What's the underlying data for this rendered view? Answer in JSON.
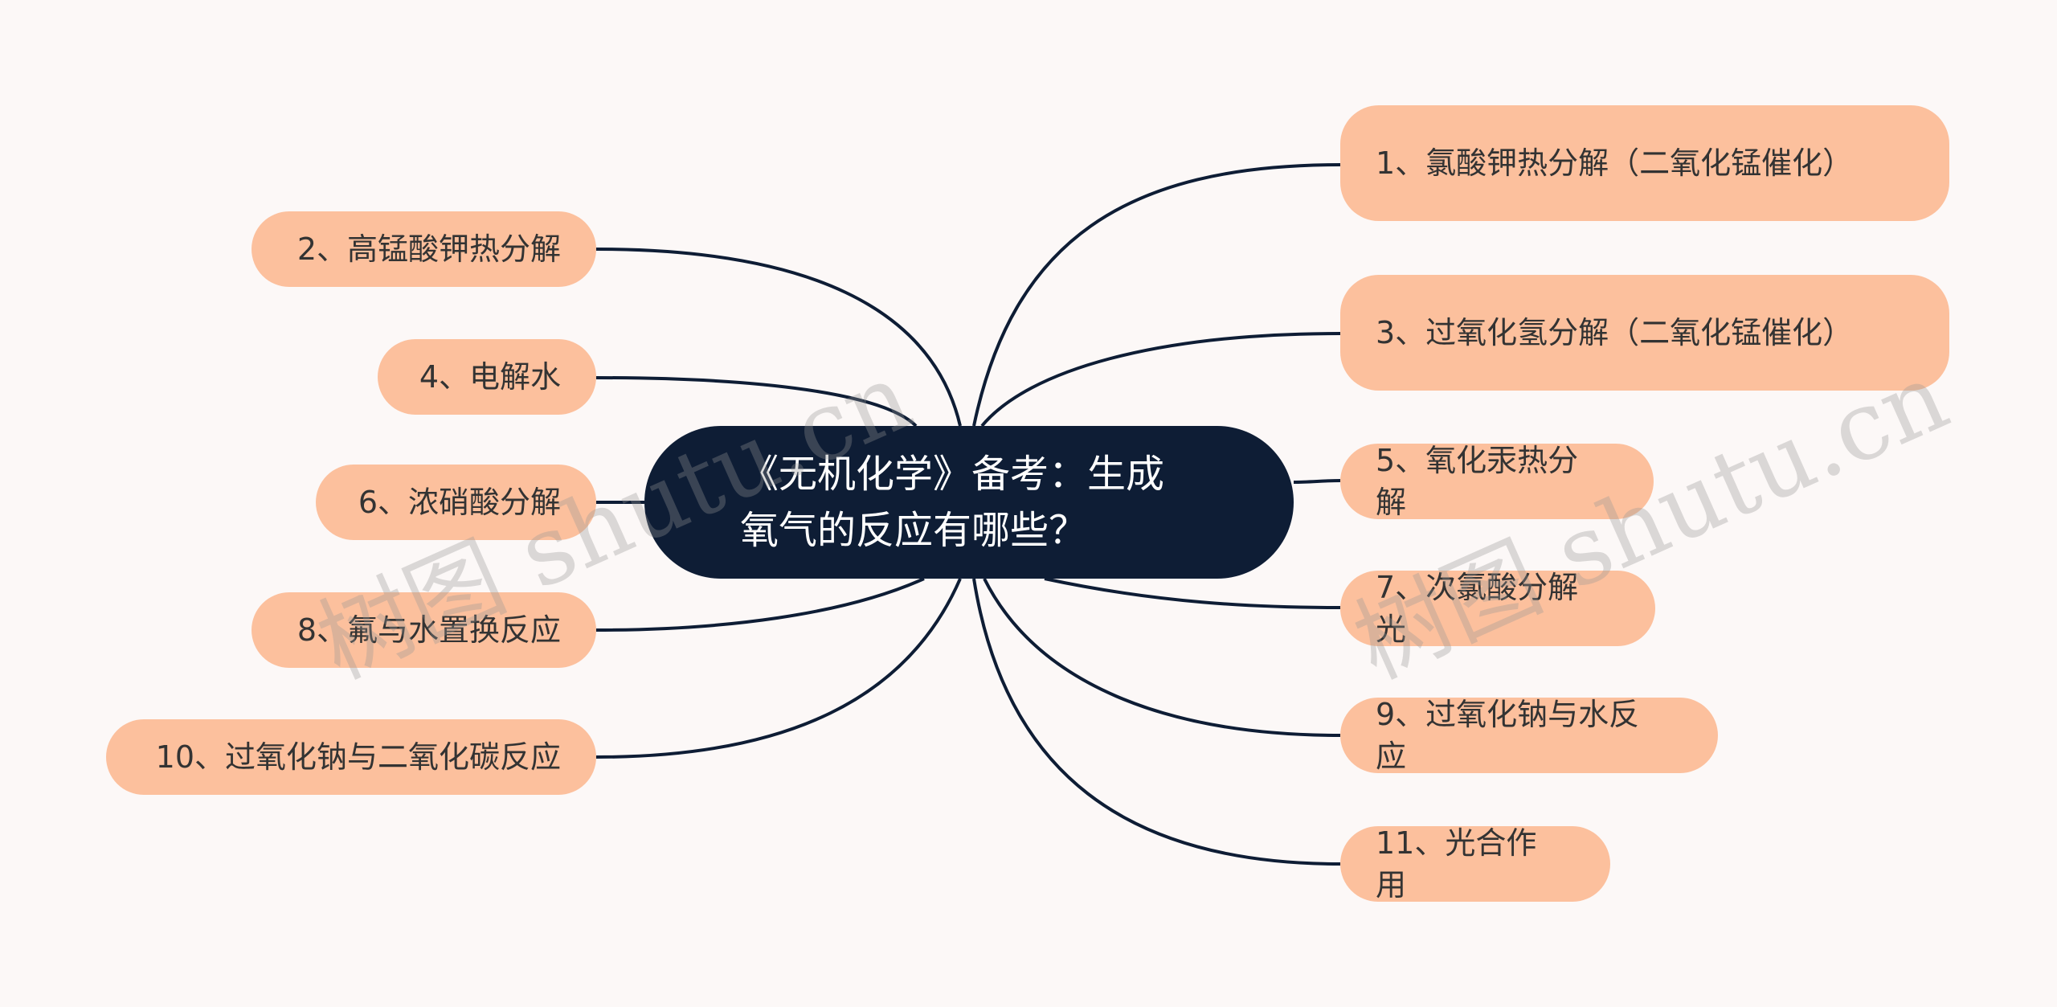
{
  "colors": {
    "background": "#fcf8f7",
    "root_fill": "#0e1d35",
    "root_text": "#ffffff",
    "node_fill": "#fcc09d",
    "node_text": "#333333",
    "link_stroke": "#0e1d35"
  },
  "root": {
    "label": "《无机化学》备考：生成氧气的反应有哪些？"
  },
  "branches": [
    {
      "label": "1、氯酸钾热分解（二氧化锰催化）",
      "side": "right"
    },
    {
      "label": "2、高锰酸钾热分解",
      "side": "left"
    },
    {
      "label": "3、过氧化氢分解（二氧化锰催化）",
      "side": "right"
    },
    {
      "label": "4、电解水",
      "side": "left"
    },
    {
      "label": "5、氧化汞热分解",
      "side": "right"
    },
    {
      "label": "6、浓硝酸分解",
      "side": "left"
    },
    {
      "label": "7、次氯酸分解光",
      "side": "right"
    },
    {
      "label": "8、氟与水置换反应",
      "side": "left"
    },
    {
      "label": "9、过氧化钠与水反应",
      "side": "right"
    },
    {
      "label": "10、过氧化钠与二氧化碳反应",
      "side": "left"
    },
    {
      "label": "11、光合作用",
      "side": "right"
    }
  ],
  "watermark": {
    "text": "树图 shutu.cn"
  }
}
